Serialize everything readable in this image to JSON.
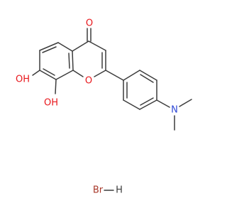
{
  "structure": {
    "atoms": {
      "carbonyl_o": {
        "label": "O",
        "color": "#e8171c"
      },
      "ring_o": {
        "label": "O",
        "color": "#e8171c"
      },
      "hydroxyl_7": {
        "label": "OH",
        "color": "#e8171c"
      },
      "hydroxyl_8": {
        "label": "OH",
        "color": "#e8171c"
      },
      "dimethylamino_n": {
        "label": "N",
        "color": "#2f48d6"
      }
    },
    "salt": {
      "br": "Br",
      "h": "H",
      "color": "#a8382a"
    },
    "bond_color": "#3c3c3c"
  }
}
